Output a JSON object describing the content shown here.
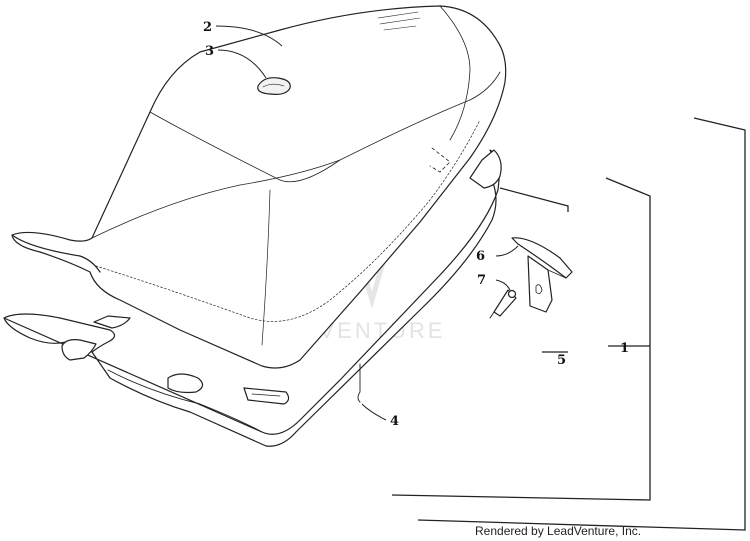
{
  "callouts": {
    "c1": "1",
    "c2": "2",
    "c3": "3",
    "c4": "4",
    "c5": "5",
    "c6": "6",
    "c7": "7"
  },
  "watermark": {
    "text": "LEADVENTURE"
  },
  "footer": {
    "credit": "Rendered by LeadVenture, Inc."
  },
  "colors": {
    "line": "#222222",
    "watermark": "#e3e3e3",
    "background": "#ffffff"
  }
}
